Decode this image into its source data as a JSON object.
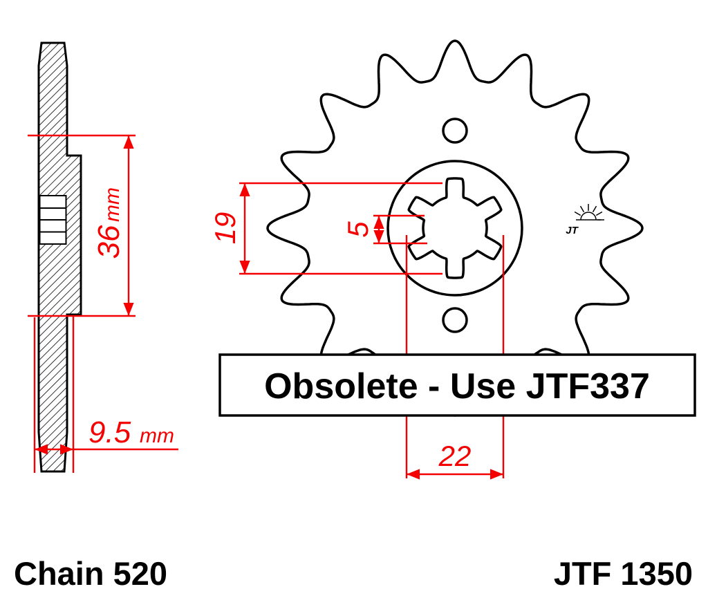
{
  "banner": {
    "text": "Obsolete - Use JTF337"
  },
  "footer": {
    "chain": "Chain 520",
    "part": "JTF 1350"
  },
  "dimensions": {
    "width_value": "36",
    "width_unit": "mm",
    "thickness_value": "9.5",
    "thickness_unit": "mm",
    "bore": "19",
    "spline": "5",
    "spline_od": "22"
  },
  "logo": {
    "text": "JT"
  },
  "colors": {
    "dimension_red": "#f40000",
    "line_black": "#000000",
    "background": "#ffffff"
  }
}
